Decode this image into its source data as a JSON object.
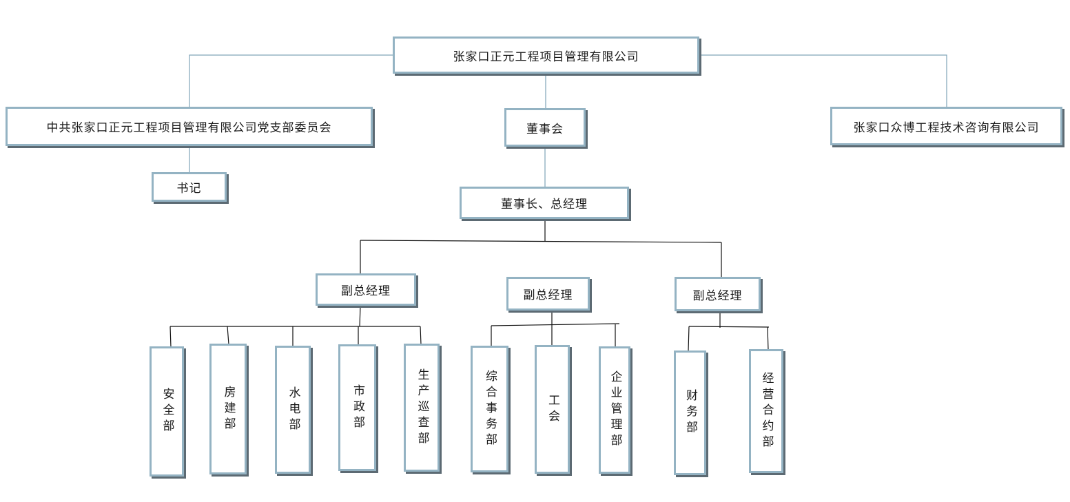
{
  "company": "张家口正元工程项目管理有限公司",
  "party_committee": "中共张家口正元工程项目管理有限公司党支部委员会",
  "secretary": "书记",
  "board": "董事会",
  "affiliate": "张家口众博工程技术咨询有限公司",
  "chairman_gm": "董事长、总经理",
  "deputy_gm": [
    {
      "title": "副总经理",
      "departments": [
        "安全部",
        "房建部",
        "水电部",
        "市政部",
        "生产巡查部"
      ]
    },
    {
      "title": "副总经理",
      "departments": [
        "综合事务部",
        "工会",
        "企业管理部"
      ]
    },
    {
      "title": "副总经理",
      "departments": [
        "财务部",
        "经营合约部"
      ]
    }
  ]
}
